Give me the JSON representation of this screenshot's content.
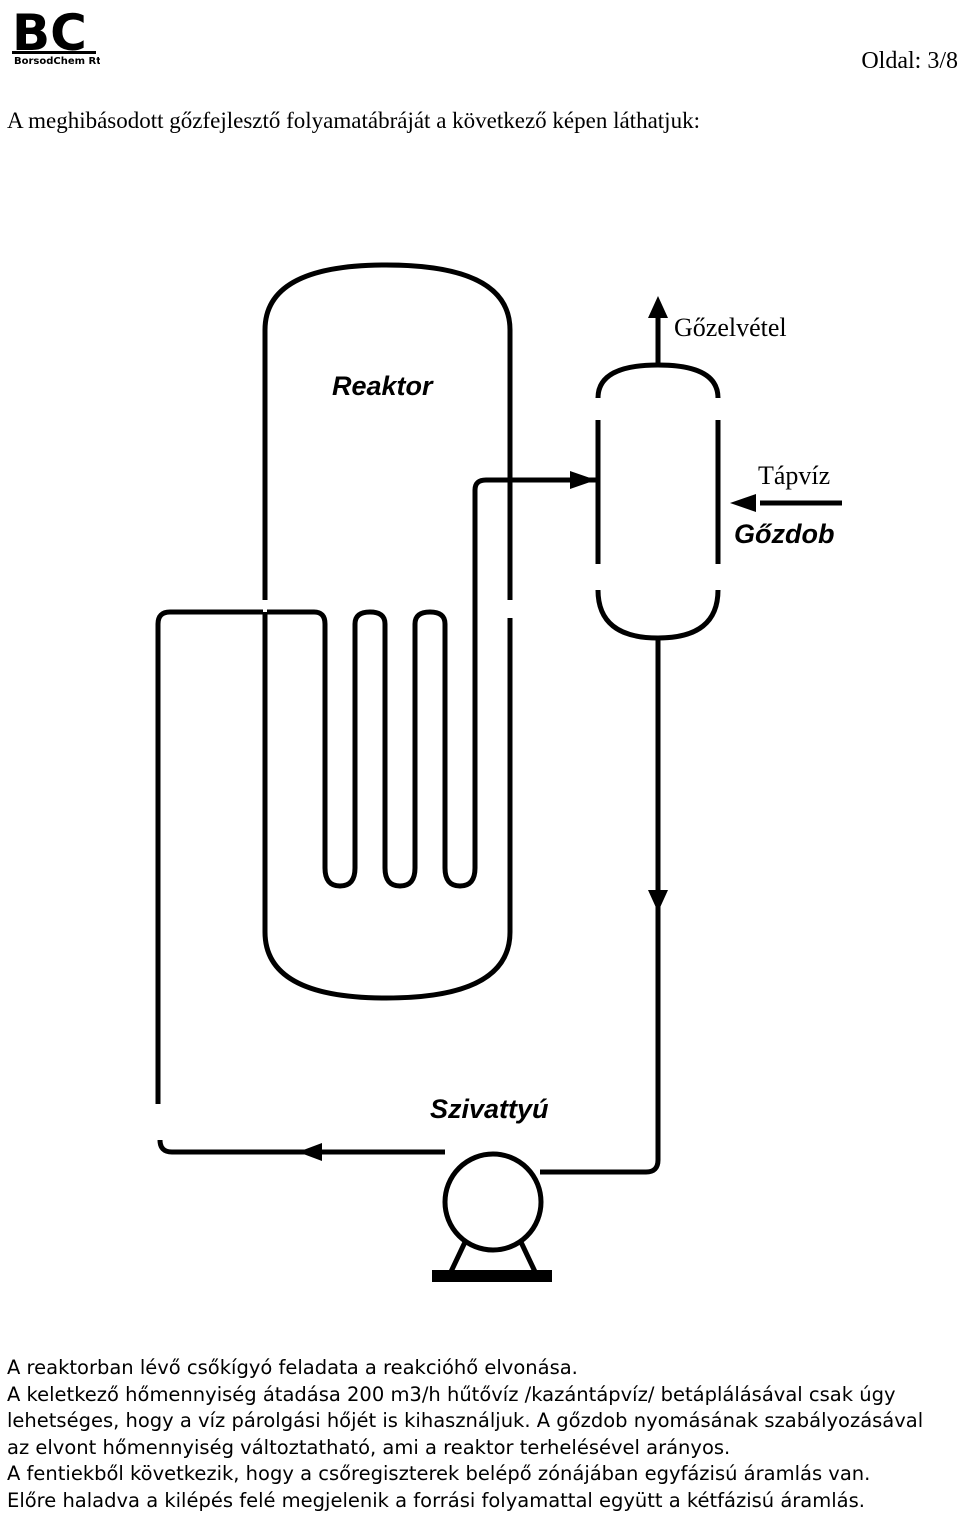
{
  "header": {
    "logo_letters": "BC",
    "logo_company": "BorsodChem Rt.",
    "page_number": "Oldal: 3/8"
  },
  "intro": "A meghibásodott gőzfejlesztő folyamatábráját a következő képen láthatjuk:",
  "diagram": {
    "reactor_label": "Reaktor",
    "steam_outlet_label": "Gőzelvétel",
    "feedwater_label": "Tápvíz",
    "steam_drum_label": "Gőzdob",
    "pump_label": "Szivattyú"
  },
  "body_lines": [
    "A reaktorban lévő csőkígyó feladata a reakcióhő elvonása.",
    "A keletkező hőmennyiség átadása 200 m3/h  hűtővíz   /kazántápvíz/ betáplálásával csak úgy",
    "lehetséges, hogy a víz párolgási hőjét is kihasználjuk. A gőzdob nyomásának szabályozásával",
    "az elvont hőmennyiség változtatható, ami a reaktor terhelésével arányos.",
    "A fentiekből következik, hogy a csőregiszterek belépő zónájában egyfázisú áramlás van.",
    "Előre haladva a kilépés felé megjelenik a forrási folyamattal együtt a kétfázisú áramlás."
  ]
}
